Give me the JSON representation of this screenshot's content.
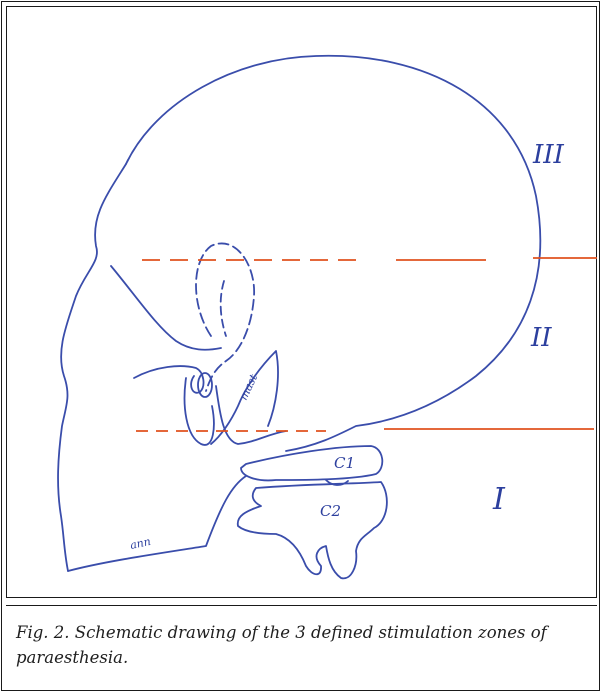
{
  "figure": {
    "zones": [
      {
        "label": "III",
        "color": "#2c3f9e"
      },
      {
        "label": "II",
        "color": "#2c3f9e"
      },
      {
        "label": "I",
        "color": "#2c3f9e"
      }
    ],
    "vertebrae": [
      {
        "label": "C1"
      },
      {
        "label": "C2"
      }
    ],
    "handwritten_annotations": [
      "mast",
      "ann"
    ],
    "colors": {
      "outline": "#3a4dab",
      "divider": "#e0521f",
      "frame": "#1a1a1a",
      "caption_text": "#1f1f1f"
    }
  },
  "caption": "Fig. 2. Schematic drawing of the 3 defined stimulation zones of paraesthesia."
}
